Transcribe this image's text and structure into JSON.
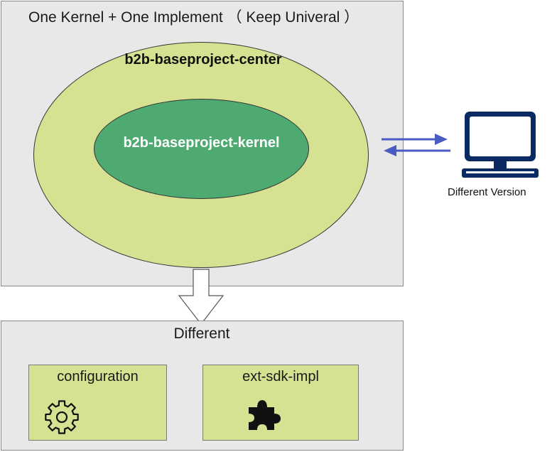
{
  "top": {
    "title": "One Kernel + One Implement （ Keep Univeral ）",
    "outer_label": "b2b-baseproject-center",
    "inner_label": "b2b-baseproject-kernel"
  },
  "client": {
    "label": "Different Version",
    "icon": "monitor-icon"
  },
  "bottom": {
    "title": "Different",
    "items": [
      {
        "label": "configuration",
        "icon": "gear-icon"
      },
      {
        "label": "ext-sdk-impl",
        "icon": "puzzle-icon"
      }
    ]
  },
  "colors": {
    "box_bg": "#e8e8e8",
    "outer_ellipse": "#d6e191",
    "inner_ellipse": "#4eaa70",
    "arrows": "#4a5bc4",
    "monitor": "#0b2a63"
  }
}
